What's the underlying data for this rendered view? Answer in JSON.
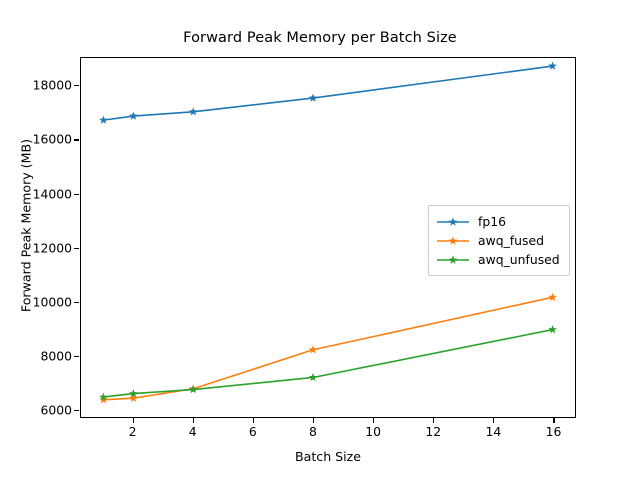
{
  "chart_data": {
    "type": "line",
    "title": "Forward Peak Memory per Batch Size",
    "xlabel": "Batch Size",
    "ylabel": "Forward Peak Memory (MB)",
    "x": [
      1,
      2,
      4,
      8,
      16
    ],
    "xlim": [
      0.25,
      16.75
    ],
    "ylim": [
      5700,
      19050
    ],
    "xticks": [
      2,
      4,
      6,
      8,
      10,
      12,
      14,
      16
    ],
    "xtick_labels": [
      "2",
      "4",
      "6",
      "8",
      "10",
      "12",
      "14",
      "16"
    ],
    "yticks": [
      6000,
      8000,
      10000,
      12000,
      14000,
      16000,
      18000
    ],
    "ytick_labels": [
      "6000",
      "8000",
      "10000",
      "12000",
      "14000",
      "16000",
      "18000"
    ],
    "grid": false,
    "marker": "star",
    "legend_position": "center right",
    "series": [
      {
        "name": "fp16",
        "color": "#1f77b4",
        "values": [
          16740,
          16890,
          17050,
          17560,
          18750
        ]
      },
      {
        "name": "awq_fused",
        "color": "#ff7f0e",
        "values": [
          6340,
          6400,
          6750,
          8200,
          10150
        ]
      },
      {
        "name": "awq_unfused",
        "color": "#2ca02c",
        "values": [
          6440,
          6570,
          6720,
          7170,
          8950
        ]
      }
    ]
  }
}
